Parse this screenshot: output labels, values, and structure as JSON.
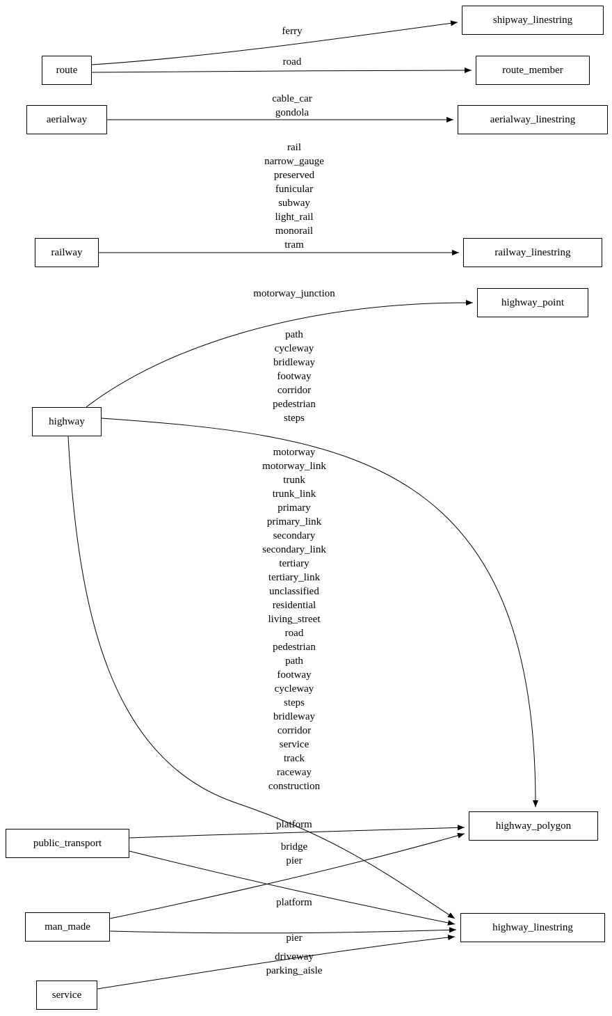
{
  "diagram": {
    "type": "graphviz-style mapping diagram",
    "background": "#ffffff",
    "stroke_color": "#000000"
  },
  "nodes": [
    {
      "id": "route",
      "label": "route",
      "side": "left"
    },
    {
      "id": "aerialway",
      "label": "aerialway",
      "side": "left"
    },
    {
      "id": "railway",
      "label": "railway",
      "side": "left"
    },
    {
      "id": "highway",
      "label": "highway",
      "side": "left"
    },
    {
      "id": "public_transport",
      "label": "public_transport",
      "side": "left"
    },
    {
      "id": "man_made",
      "label": "man_made",
      "side": "left"
    },
    {
      "id": "service",
      "label": "service",
      "side": "left"
    },
    {
      "id": "shipway_linestring",
      "label": "shipway_linestring",
      "side": "right"
    },
    {
      "id": "route_member",
      "label": "route_member",
      "side": "right"
    },
    {
      "id": "aerialway_linestring",
      "label": "aerialway_linestring",
      "side": "right"
    },
    {
      "id": "railway_linestring",
      "label": "railway_linestring",
      "side": "right"
    },
    {
      "id": "highway_point",
      "label": "highway_point",
      "side": "right"
    },
    {
      "id": "highway_polygon",
      "label": "highway_polygon",
      "side": "right"
    },
    {
      "id": "highway_linestring",
      "label": "highway_linestring",
      "side": "right"
    }
  ],
  "edges": [
    {
      "from": "route",
      "to": "shipway_linestring",
      "label": "ferry"
    },
    {
      "from": "route",
      "to": "route_member",
      "label": "road"
    },
    {
      "from": "aerialway",
      "to": "aerialway_linestring",
      "label": "cable_car\ngondola"
    },
    {
      "from": "railway",
      "to": "railway_linestring",
      "label": "rail\nnarrow_gauge\npreserved\nfunicular\nsubway\nlight_rail\nmonorail\ntram"
    },
    {
      "from": "highway",
      "to": "highway_point",
      "label": "motorway_junction"
    },
    {
      "from": "highway",
      "to": "highway_polygon",
      "label": "path\ncycleway\nbridleway\nfootway\ncorridor\npedestrian\nsteps"
    },
    {
      "from": "highway",
      "to": "highway_linestring",
      "label": "motorway\nmotorway_link\ntrunk\ntrunk_link\nprimary\nprimary_link\nsecondary\nsecondary_link\ntertiary\ntertiary_link\nunclassified\nresidential\nliving_street\nroad\npedestrian\npath\nfootway\ncycleway\nsteps\nbridleway\ncorridor\nservice\ntrack\nraceway\nconstruction"
    },
    {
      "from": "public_transport",
      "to": "highway_polygon",
      "label": "platform"
    },
    {
      "from": "public_transport",
      "to": "highway_linestring",
      "label": "platform"
    },
    {
      "from": "man_made",
      "to": "highway_polygon",
      "label": "bridge\npier"
    },
    {
      "from": "man_made",
      "to": "highway_linestring",
      "label": "pier"
    },
    {
      "from": "service",
      "to": "highway_linestring",
      "label": "driveway\nparking_aisle"
    }
  ]
}
